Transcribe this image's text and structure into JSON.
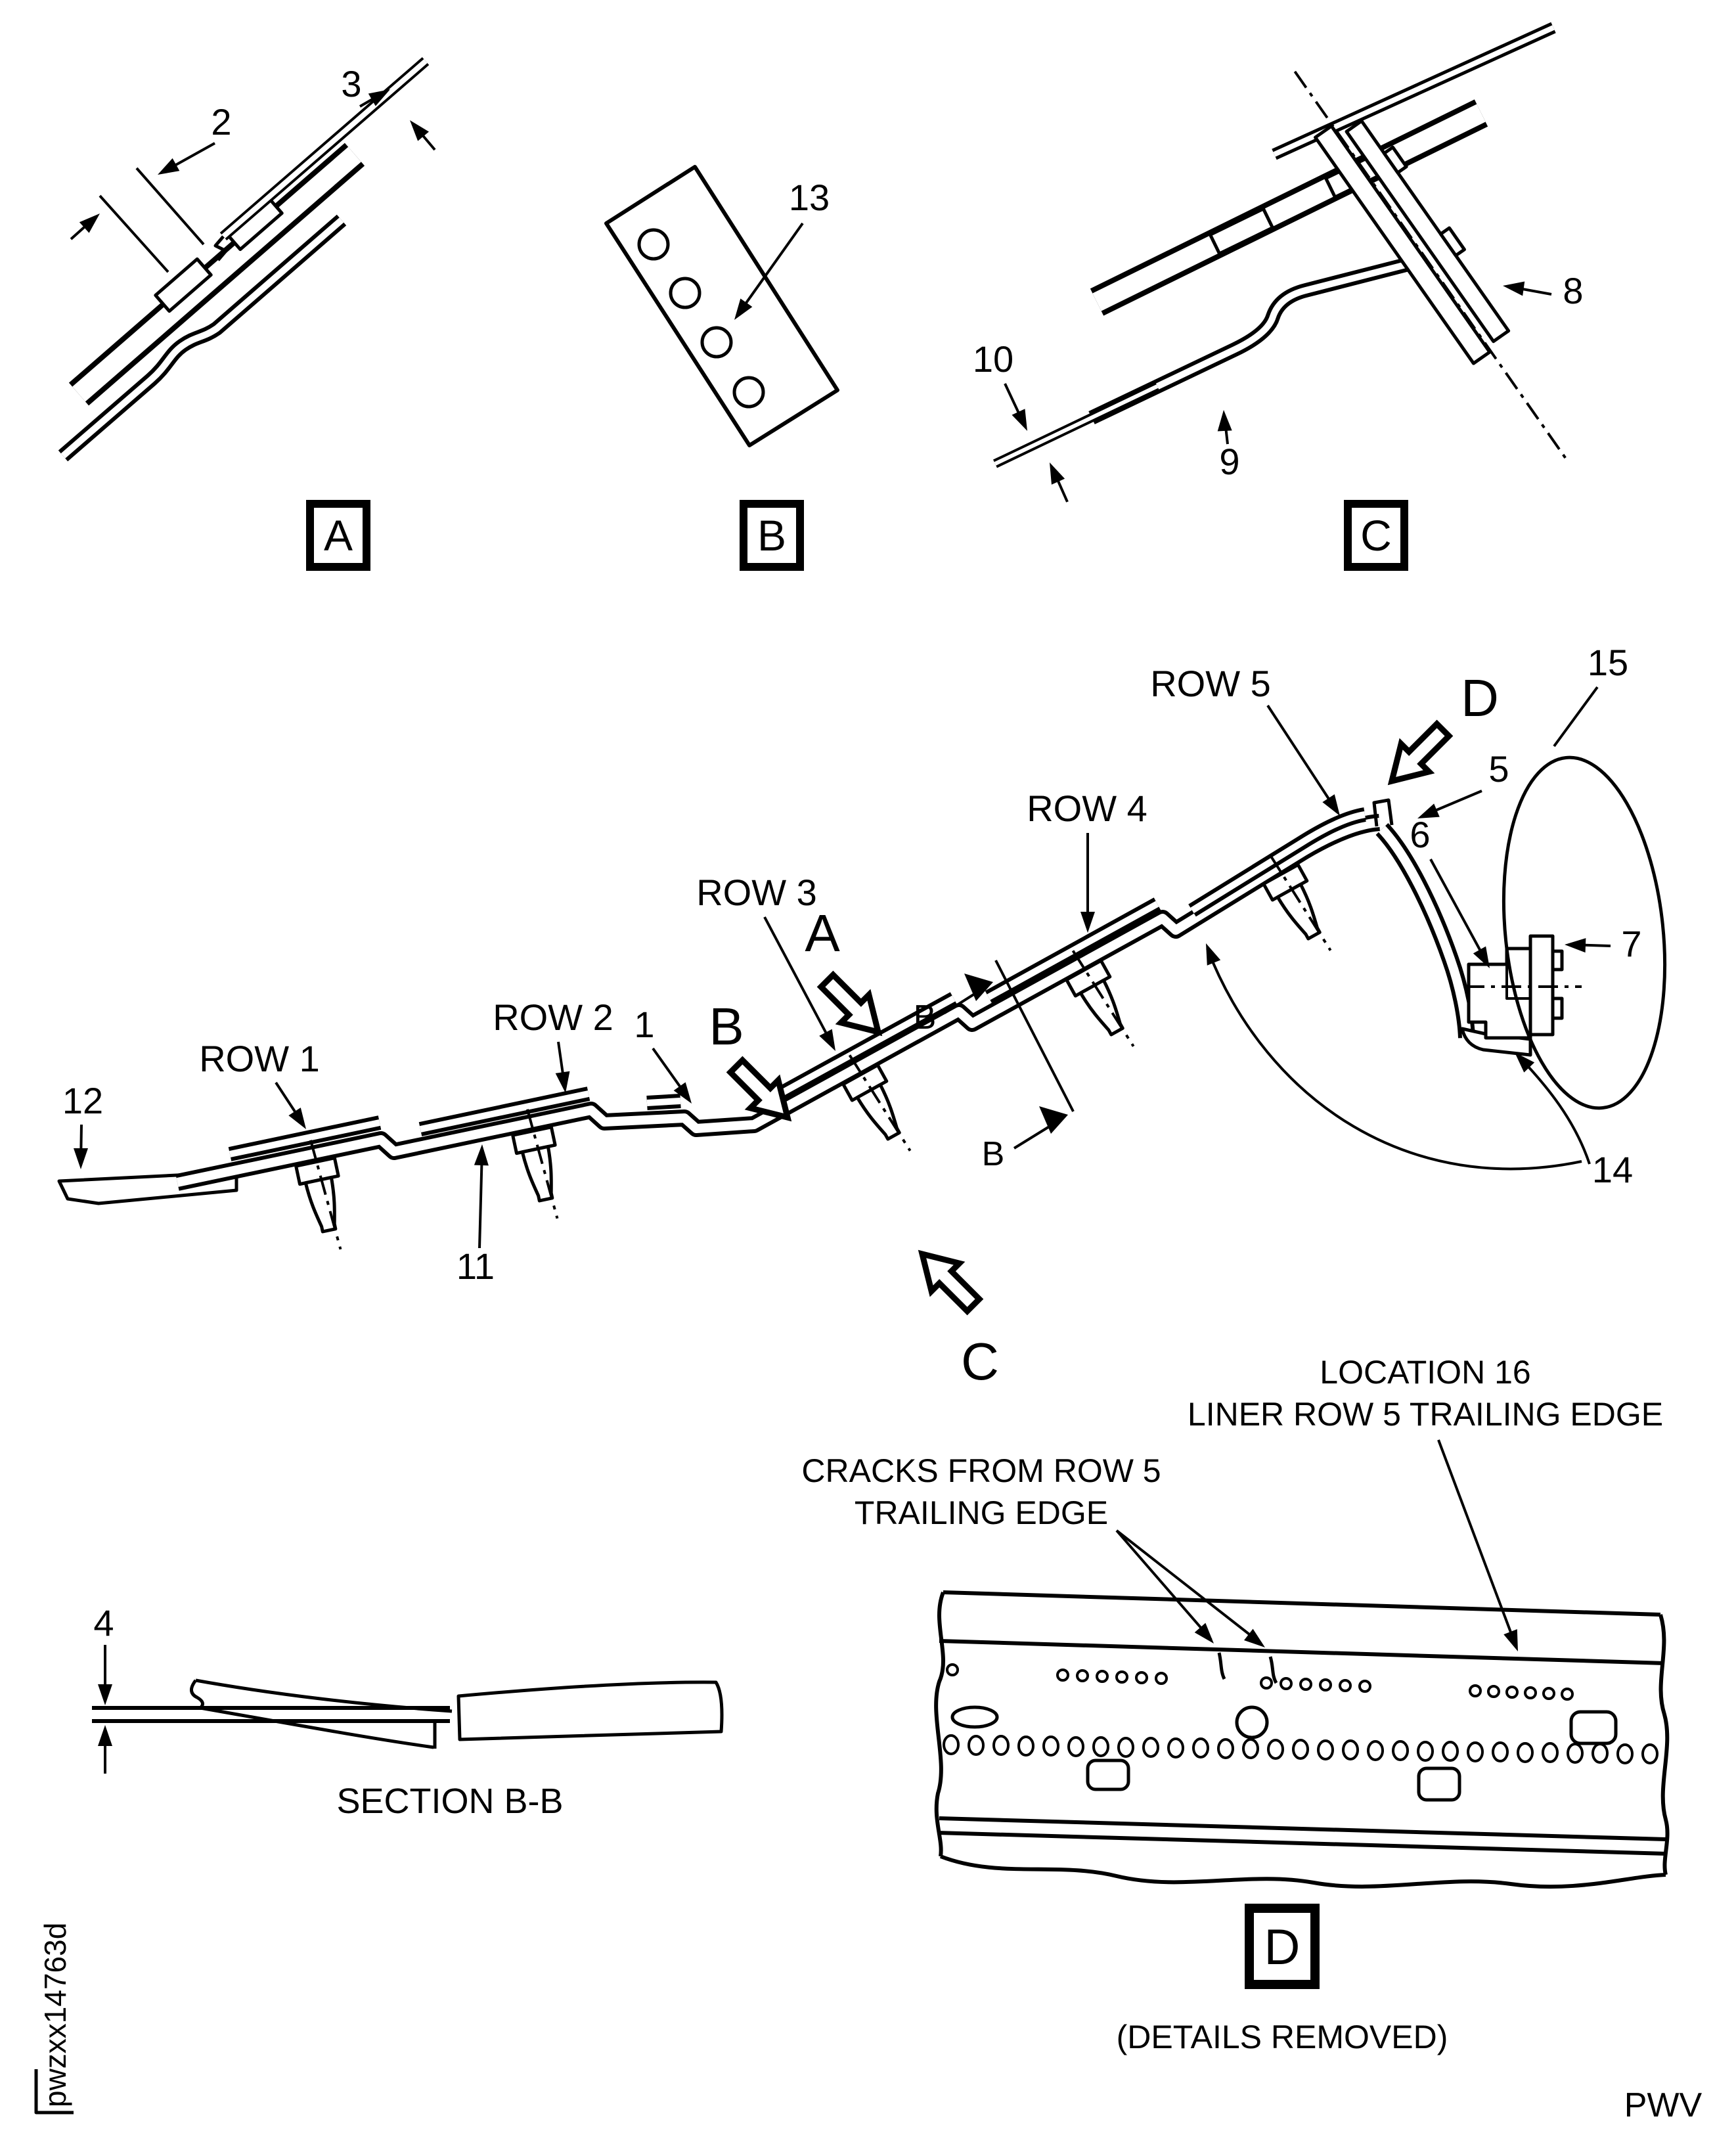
{
  "diagram": {
    "background": "#ffffff",
    "line_color": "#000000",
    "detail_a": {
      "box_label": "A",
      "callout_2": "2",
      "callout_3": "3"
    },
    "detail_b": {
      "box_label": "B",
      "callout_13": "13"
    },
    "detail_c": {
      "box_label": "C",
      "callout_8": "8",
      "callout_9": "9",
      "callout_10": "10"
    },
    "main_view": {
      "row_labels": [
        "ROW 1",
        "ROW 2",
        "ROW 3",
        "ROW 4",
        "ROW 5"
      ],
      "callout_1": "1",
      "callout_5": "5",
      "callout_6": "6",
      "callout_7": "7",
      "callout_11": "11",
      "callout_12": "12",
      "callout_14": "14",
      "callout_15": "15",
      "view_arrow_a": "A",
      "view_arrow_b": "B",
      "view_arrow_c": "C",
      "view_arrow_d": "D",
      "section_cut_label_1": "B",
      "section_cut_label_2": "B"
    },
    "section_bb": {
      "callout_4": "4",
      "title": "SECTION B-B"
    },
    "detail_d": {
      "note_cracks_line1": "CRACKS FROM ROW 5",
      "note_cracks_line2": "TRAILING EDGE",
      "note_location_line1": "LOCATION 16",
      "note_location_line2": "LINER ROW 5 TRAILING EDGE",
      "box_label": "D",
      "caption": "(DETAILS REMOVED)"
    },
    "footer": {
      "drawing_code": "pwzxx14763d",
      "page_code": "PWV"
    }
  }
}
